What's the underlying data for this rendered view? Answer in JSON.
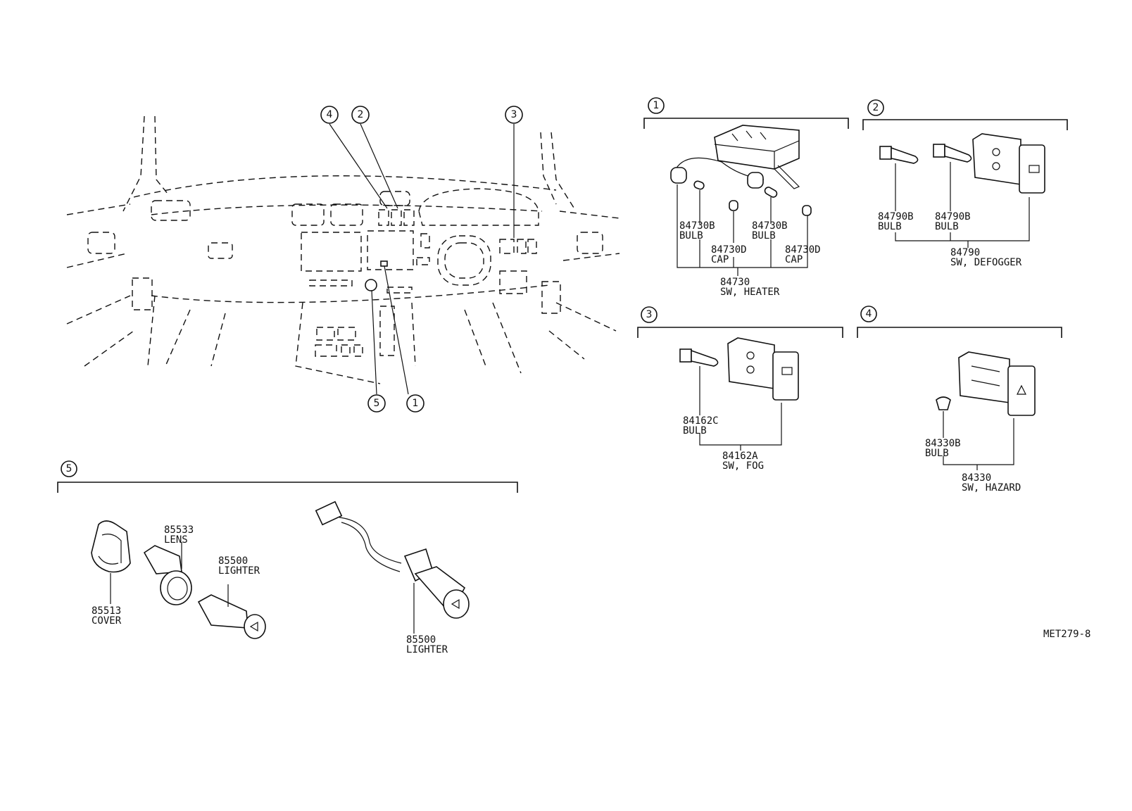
{
  "callouts": {
    "c1": "1",
    "c2": "2",
    "c3": "3",
    "c4": "4",
    "c5": "5"
  },
  "group1": {
    "bulb_left_no": "84730B",
    "bulb_left_name": "BULB",
    "cap_left_no": "84730D",
    "cap_left_name": "CAP",
    "bulb_right_no": "84730B",
    "bulb_right_name": "BULB",
    "cap_right_no": "84730D",
    "cap_right_name": "CAP",
    "assy_no": "84730",
    "assy_name": "SW, HEATER"
  },
  "group2": {
    "bulb_left_no": "84790B",
    "bulb_left_name": "BULB",
    "bulb_right_no": "84790B",
    "bulb_right_name": "BULB",
    "assy_no": "84790",
    "assy_name": "SW, DEFOGGER"
  },
  "group3": {
    "bulb_no": "84162C",
    "bulb_name": "BULB",
    "assy_no": "84162A",
    "assy_name": "SW, FOG"
  },
  "group4": {
    "bulb_no": "84330B",
    "bulb_name": "BULB",
    "assy_no": "84330",
    "assy_name": "SW, HAZARD"
  },
  "group5": {
    "cover_no": "85513",
    "cover_name": "COVER",
    "lens_no": "85533",
    "lens_name": "LENS",
    "lighter_no": "85500",
    "lighter_name": "LIGHTER",
    "lighter2_no": "85500",
    "lighter2_name": "LIGHTER"
  },
  "drawing_code": "MET279-8"
}
